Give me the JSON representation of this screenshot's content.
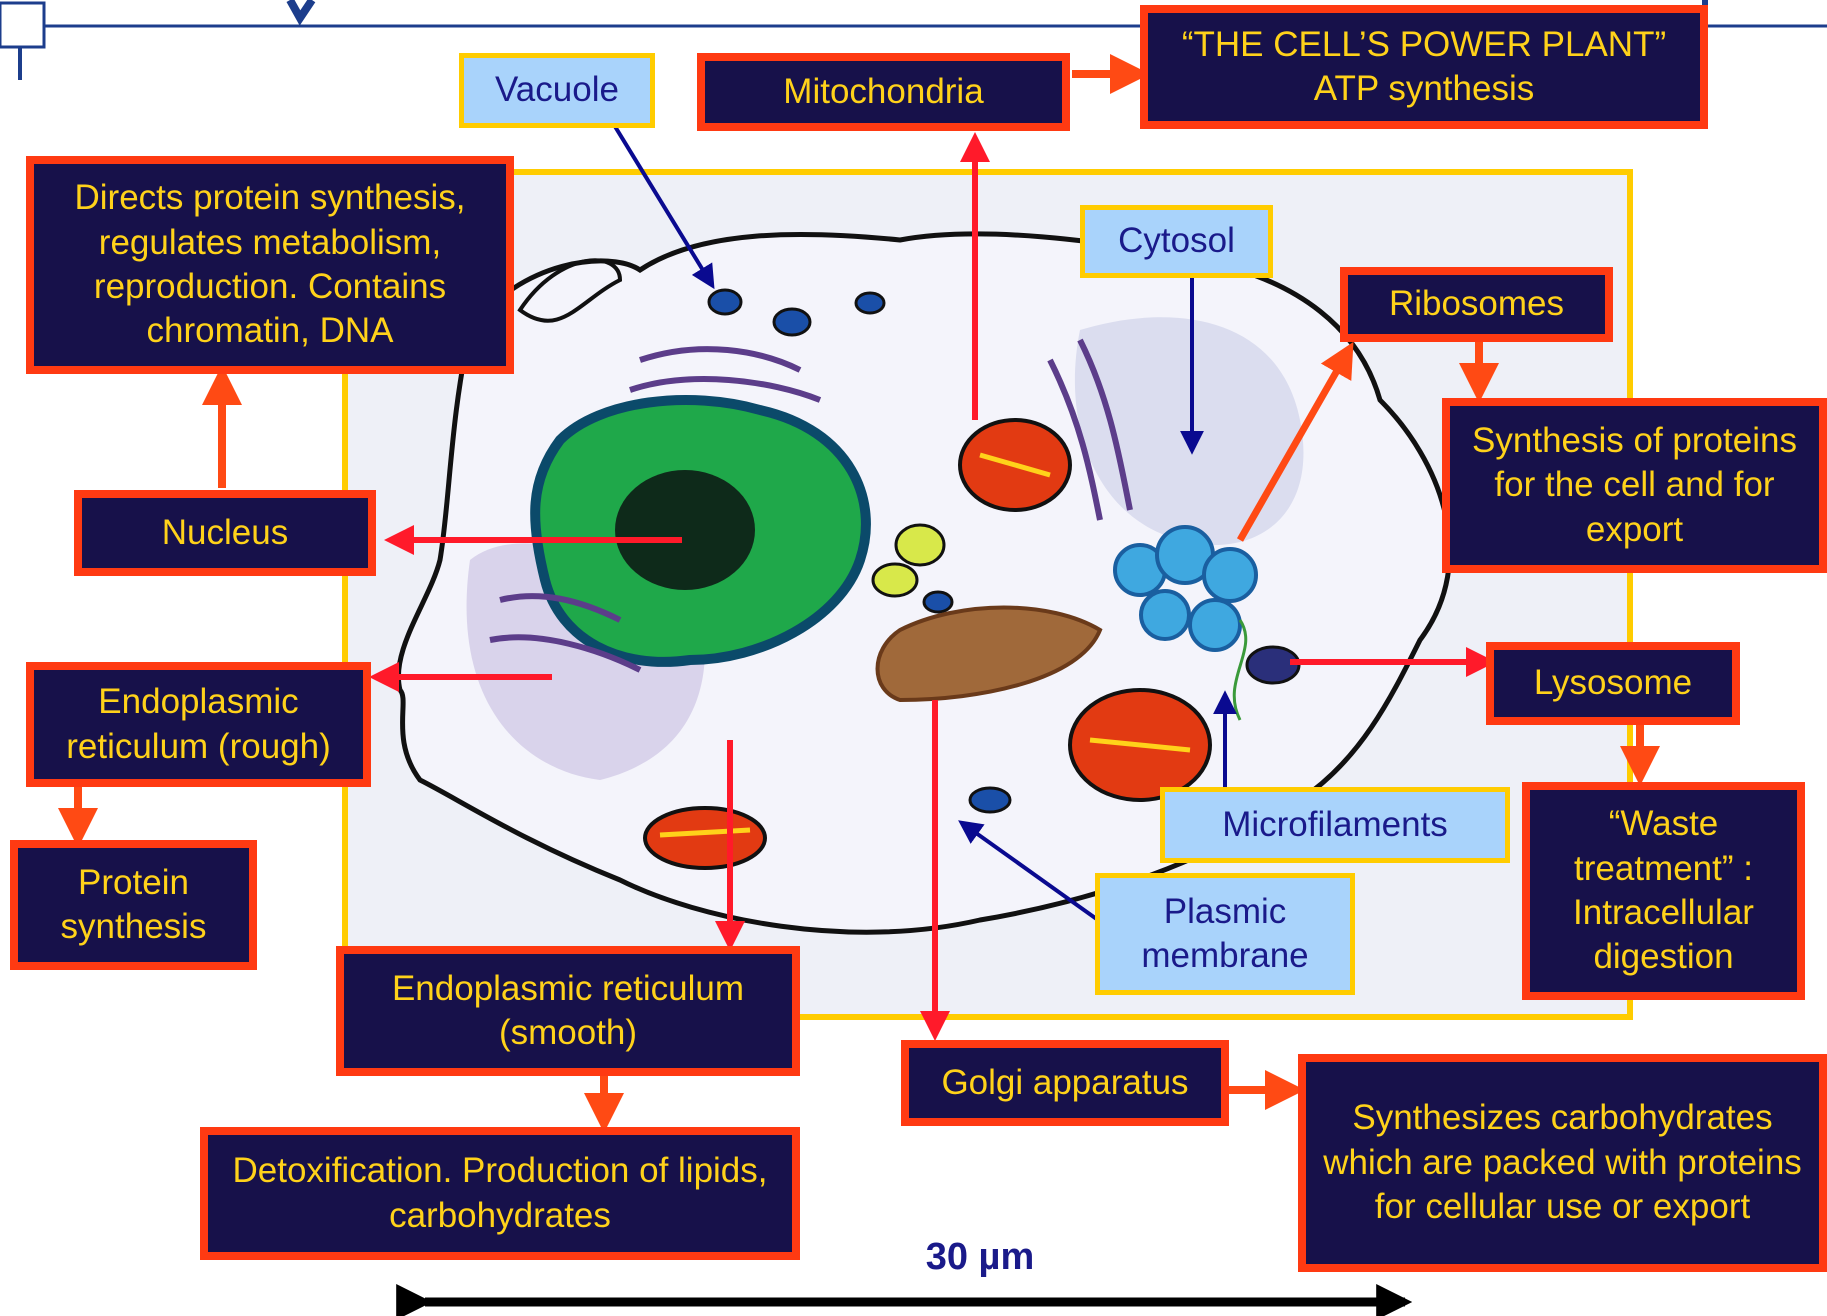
{
  "labels": {
    "vacuole": "Vacuole",
    "mitochondria": "Mitochondria",
    "power_plant": "“THE CELL’S POWER PLANT”  ATP synthesis",
    "nucleus_function": "Directs protein synthesis, regulates metabolism, reproduction. Contains chromatin, DNA",
    "cytosol": "Cytosol",
    "ribosomes": "Ribosomes",
    "ribosome_function": "Synthesis of proteins for the cell and for export",
    "nucleus": "Nucleus",
    "er_rough": "Endoplasmic reticulum (rough)",
    "lysosome": "Lysosome",
    "protein_synthesis": "Protein synthesis",
    "microfilaments": "Microfilaments",
    "waste_treatment": "“Waste treatment” : Intracellular digestion",
    "plasmic_membrane": "Plasmic membrane",
    "er_smooth": "Endoplasmic reticulum (smooth)",
    "golgi": "Golgi apparatus",
    "golgi_function": "Synthesizes carbohydrates which are packed with proteins for cellular use or export",
    "detox": "Detoxification. Production of lipids, carbohydrates",
    "scale": "30 µm"
  },
  "colors": {
    "dark_box_fill": "#17114a",
    "dark_box_text": "#ffd21a",
    "dark_box_border": "#ff3a12",
    "light_box_fill": "#a9d3fb",
    "light_box_text": "#1a1a8a",
    "light_box_border": "#ffcc00",
    "arrow_red": "#ff1a2a",
    "arrow_orange": "#ff4a14",
    "arrow_blue": "#0a0a90",
    "header_line": "#1c3d8c"
  }
}
